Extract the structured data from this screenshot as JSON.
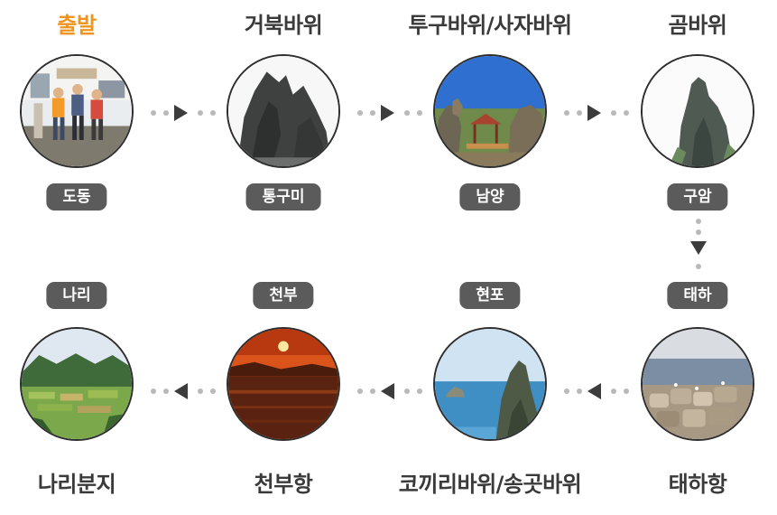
{
  "route": {
    "top_row": [
      {
        "title": "출발",
        "place": "도동",
        "image": "hikers-photo"
      },
      {
        "title": "거북바위",
        "place": "통구미",
        "image": "turtle-rock-photo"
      },
      {
        "title": "투구바위/사자바위",
        "place": "남양",
        "image": "helmet-lion-rock-photo"
      },
      {
        "title": "곰바위",
        "place": "구암",
        "image": "bear-rock-photo"
      }
    ],
    "bottom_row": [
      {
        "title": "나리분지",
        "place": "나리",
        "image": "nari-basin-photo"
      },
      {
        "title": "천부항",
        "place": "천부",
        "image": "sunset-photo"
      },
      {
        "title": "코끼리바위/송곳바위",
        "place": "현포",
        "image": "elephant-rock-photo"
      },
      {
        "title": "태하항",
        "place": "태하",
        "image": "taeha-port-photo"
      }
    ]
  },
  "colors": {
    "start_title": "#f0941e",
    "title": "#3a3a3a",
    "badge_bg": "#5b5b5b",
    "badge_text": "#ffffff",
    "dot": "#b9b9b9",
    "arrow": "#3c3c3c"
  }
}
